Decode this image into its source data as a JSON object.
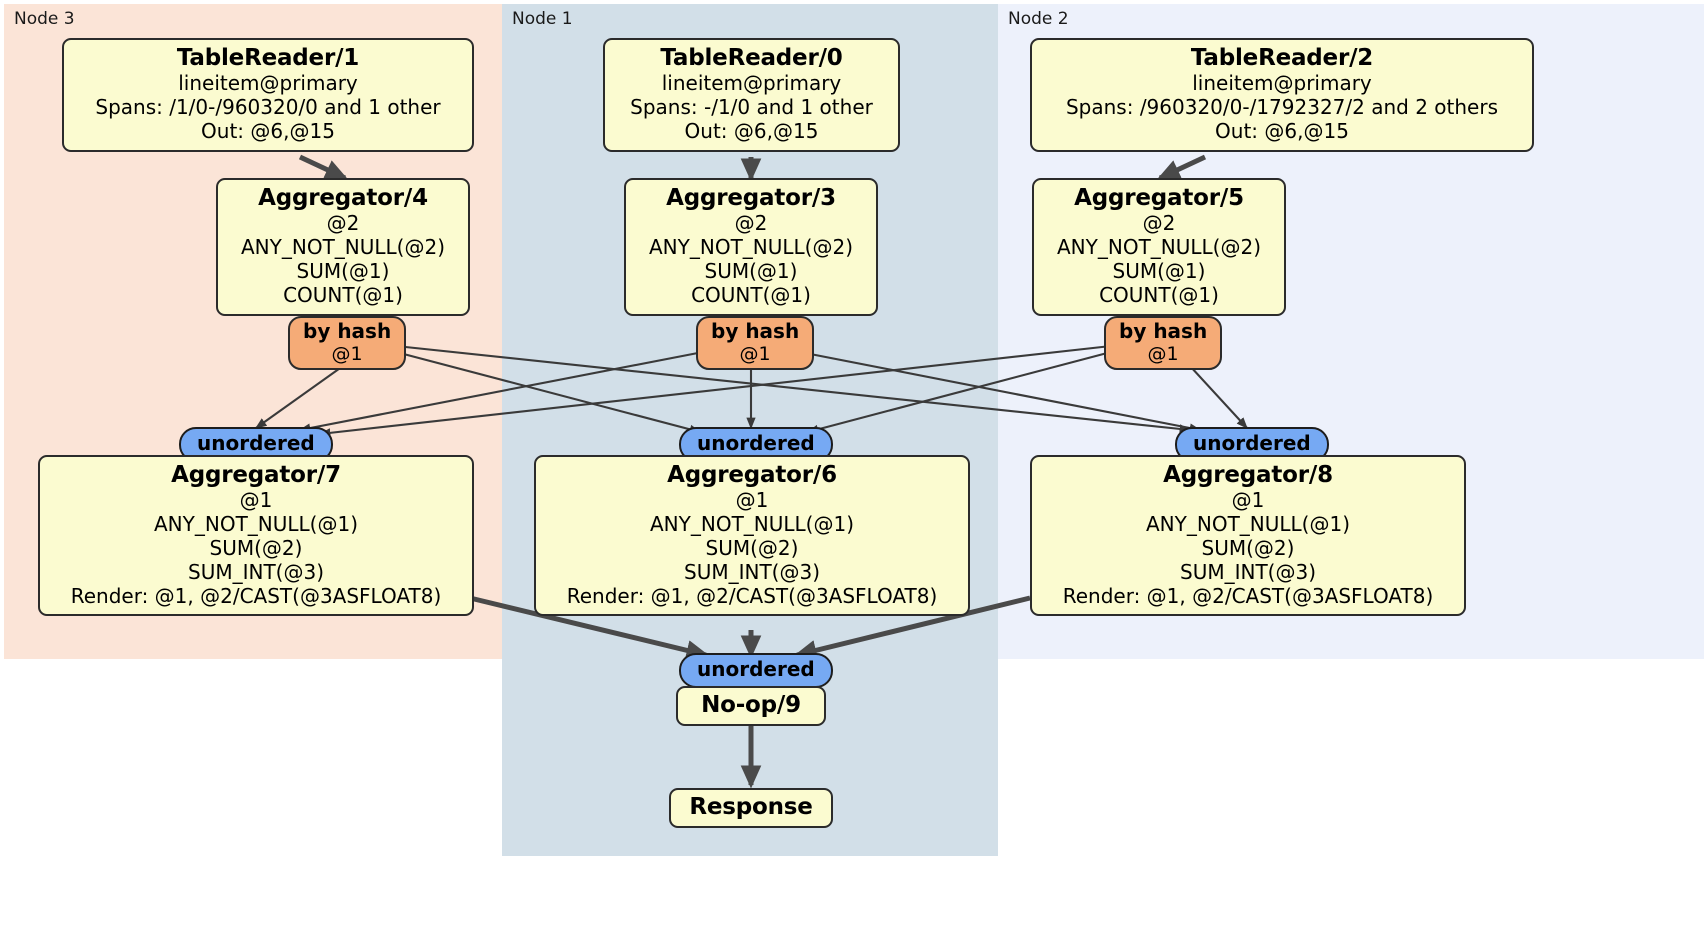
{
  "regions": [
    {
      "id": "node3",
      "label": "Node 3"
    },
    {
      "id": "node1",
      "label": "Node 1"
    },
    {
      "id": "node2",
      "label": "Node 2"
    }
  ],
  "processors": {
    "tablereader_1": {
      "title": "TableReader/1",
      "lines": [
        "lineitem@primary",
        "Spans: /1/0-/960320/0 and 1 other",
        "Out: @6,@15"
      ]
    },
    "tablereader_0": {
      "title": "TableReader/0",
      "lines": [
        "lineitem@primary",
        "Spans: -/1/0 and 1 other",
        "Out: @6,@15"
      ]
    },
    "tablereader_2": {
      "title": "TableReader/2",
      "lines": [
        "lineitem@primary",
        "Spans: /960320/0-/1792327/2 and 2 others",
        "Out: @6,@15"
      ]
    },
    "aggregator_4": {
      "title": "Aggregator/4",
      "lines": [
        "@2",
        "ANY_NOT_NULL(@2)",
        "SUM(@1)",
        "COUNT(@1)"
      ]
    },
    "aggregator_3": {
      "title": "Aggregator/3",
      "lines": [
        "@2",
        "ANY_NOT_NULL(@2)",
        "SUM(@1)",
        "COUNT(@1)"
      ]
    },
    "aggregator_5": {
      "title": "Aggregator/5",
      "lines": [
        "@2",
        "ANY_NOT_NULL(@2)",
        "SUM(@1)",
        "COUNT(@1)"
      ]
    },
    "aggregator_7": {
      "title": "Aggregator/7",
      "lines": [
        "@1",
        "ANY_NOT_NULL(@1)",
        "SUM(@2)",
        "SUM_INT(@3)",
        "Render: @1, @2/CAST(@3ASFLOAT8)"
      ]
    },
    "aggregator_6": {
      "title": "Aggregator/6",
      "lines": [
        "@1",
        "ANY_NOT_NULL(@1)",
        "SUM(@2)",
        "SUM_INT(@3)",
        "Render: @1, @2/CAST(@3ASFLOAT8)"
      ]
    },
    "aggregator_8": {
      "title": "Aggregator/8",
      "lines": [
        "@1",
        "ANY_NOT_NULL(@1)",
        "SUM(@2)",
        "SUM_INT(@3)",
        "Render: @1, @2/CAST(@3ASFLOAT8)"
      ]
    },
    "noop_9": {
      "title": "No-op/9",
      "lines": []
    },
    "response": {
      "title": "Response",
      "lines": []
    }
  },
  "routers": {
    "by_hash_left": {
      "title": "by hash",
      "sub": "@1"
    },
    "by_hash_center": {
      "title": "by hash",
      "sub": "@1"
    },
    "by_hash_right": {
      "title": "by hash",
      "sub": "@1"
    }
  },
  "synchronizers": {
    "unordered_left": {
      "label": "unordered"
    },
    "unordered_center": {
      "label": "unordered"
    },
    "unordered_right": {
      "label": "unordered"
    },
    "unordered_final": {
      "label": "unordered"
    }
  },
  "colors": {
    "node3_bg": "#fbe4d7",
    "node1_bg": "#d2dfe8",
    "node2_bg": "#edf1fb",
    "processor_bg": "#fbfbd0",
    "router_bg": "#f5ab77",
    "sync_bg": "#76a9f3",
    "edge": "#3a3a3a"
  }
}
